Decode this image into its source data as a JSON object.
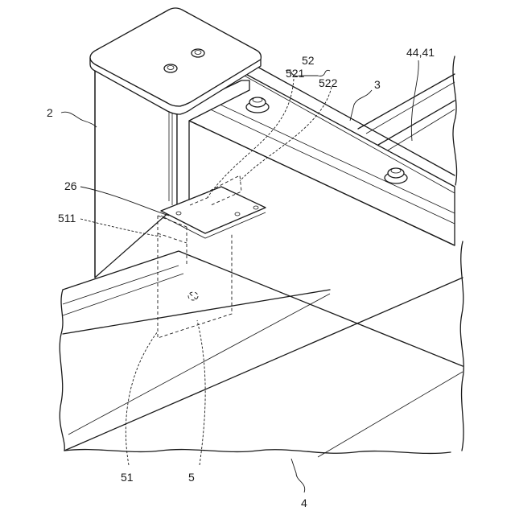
{
  "labels": {
    "post": "2",
    "crossbeam": "3",
    "deck": "4",
    "beam_bundle": "44,41",
    "bracket_assembly": "5",
    "lower_bracket": "51",
    "lower_flange": "511",
    "upper_bracket": "52",
    "upper_flange_a": "521",
    "upper_flange_b": "522",
    "post_notch": "26"
  }
}
